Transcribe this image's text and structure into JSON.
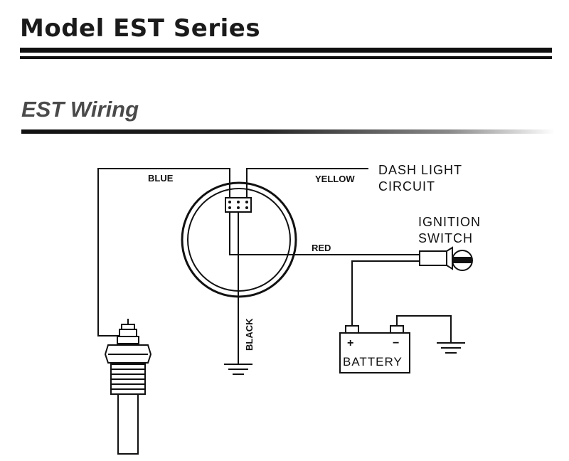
{
  "header": {
    "title": "Model EST Series",
    "section_title": "EST Wiring"
  },
  "diagram": {
    "labels": {
      "blue": "BLUE",
      "yellow": "YELLOW",
      "red": "RED",
      "black": "BLACK",
      "dash_light_line1": "DASH LIGHT",
      "dash_light_line2": "CIRCUIT",
      "ignition_line1": "IGNITION",
      "ignition_line2": "SWITCH",
      "battery": "BATTERY",
      "battery_plus": "+",
      "battery_minus": "−"
    },
    "colors": {
      "line": "#111111",
      "title": "#1a1a1a",
      "section_title": "#4a4a4a"
    }
  }
}
